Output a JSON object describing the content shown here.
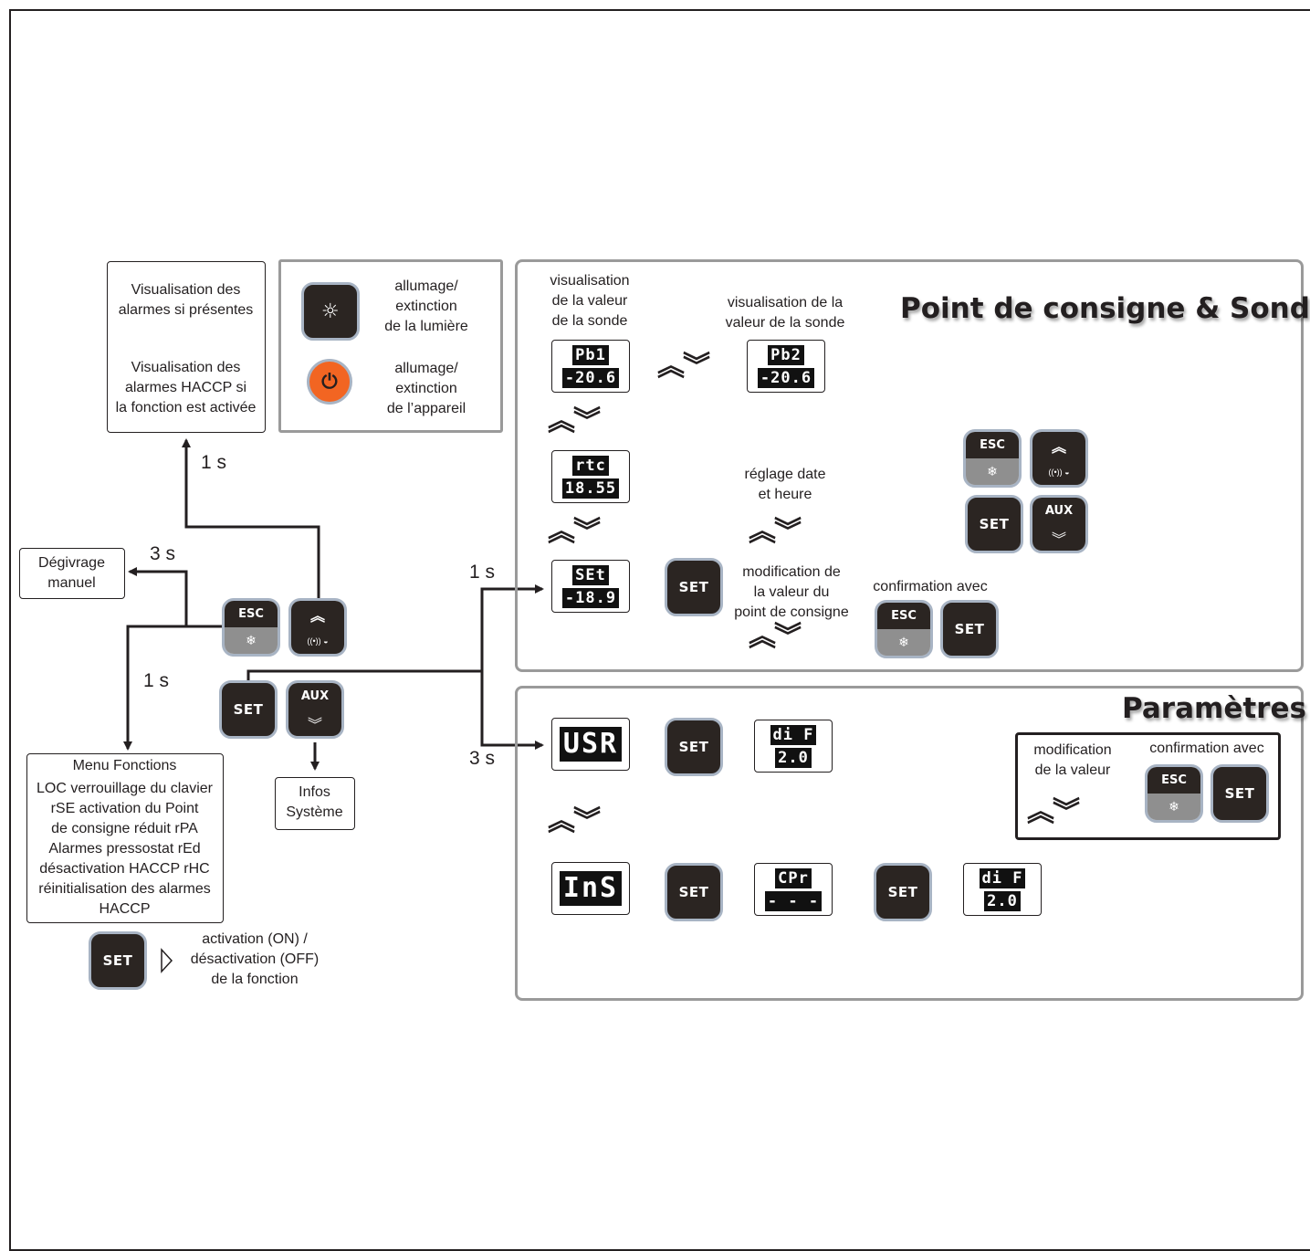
{
  "alarms_box": {
    "line1": "Visualisation des",
    "line2": "alarmes si présentes",
    "line3": "Visualisation des",
    "line4": "alarmes HACCP si",
    "line5": "la fonction est activée"
  },
  "legend": {
    "light_l1": "allumage/",
    "light_l2": "extinction",
    "light_l3": "de la lumière",
    "power_l1": "allumage/",
    "power_l2": "extinction",
    "power_l3": "de l’appareil"
  },
  "timings": {
    "t_alarm": "1 s",
    "t_defrost": "3 s",
    "t_menu": "1 s",
    "t_setpoint": "1 s",
    "t_params": "3 s"
  },
  "defrost_box": {
    "line1": "Dégivrage",
    "line2": "manuel"
  },
  "menu_box": {
    "title": "Menu Fonctions",
    "l1": "LOC verrouillage du clavier",
    "l2": "rSE activation du Point",
    "l3": "de consigne réduit rPA",
    "l4": "Alarmes pressostat rEd",
    "l5": "désactivation HACCP rHC",
    "l6": "réinitialisation des alarmes",
    "l7": "HACCP"
  },
  "toggle": {
    "l1": "activation (ON) /",
    "l2": "désactivation (OFF)",
    "l3": "de la fonction"
  },
  "infos": {
    "l1": "Infos",
    "l2": "Système"
  },
  "buttons": {
    "esc": "ESC",
    "set": "SET",
    "aux": "AUX"
  },
  "icons": {
    "snowflake": "❄",
    "chevron_up": "︽",
    "chevron_down": "︾",
    "light": "☼",
    "power": "⏻"
  },
  "setpoint_panel": {
    "title": "Point de consigne & Sondes",
    "probe1_l1": "visualisation",
    "probe1_l2": "de la valeur",
    "probe1_l3": "de la sonde",
    "probe2_l1": "visualisation de la",
    "probe2_l2": "valeur de la sonde",
    "rtc_l1": "réglage date",
    "rtc_l2": "et heure",
    "mod_l1": "modification de",
    "mod_l2": "la valeur du",
    "mod_l3": "point de consigne",
    "confirm": "confirmation avec",
    "lcd_pb1_top": "Pb1",
    "lcd_pb1_bot": "-20.6",
    "lcd_pb2_top": "Pb2",
    "lcd_pb2_bot": "-20.6",
    "lcd_rtc_top": "rtc",
    "lcd_rtc_bot": "18.55",
    "lcd_set_top": "SEt",
    "lcd_set_bot": "-18.9"
  },
  "params_panel": {
    "title": "Paramètres",
    "mod_l1": "modification",
    "mod_l2": "de la valeur",
    "confirm": "confirmation avec",
    "lcd_usr": "USR",
    "lcd_ins": "InS",
    "lcd_dif1_top": "di F",
    "lcd_dif1_bot": "2.0",
    "lcd_cpr_top": "CPr",
    "lcd_cpr_bot": "- - -",
    "lcd_dif2_top": "di F",
    "lcd_dif2_bot": "2.0"
  },
  "colors": {
    "button_dark": "#2b2522",
    "button_border": "#a8b4c4",
    "power_orange": "#f26522",
    "panel_border": "#9a9a9a"
  }
}
